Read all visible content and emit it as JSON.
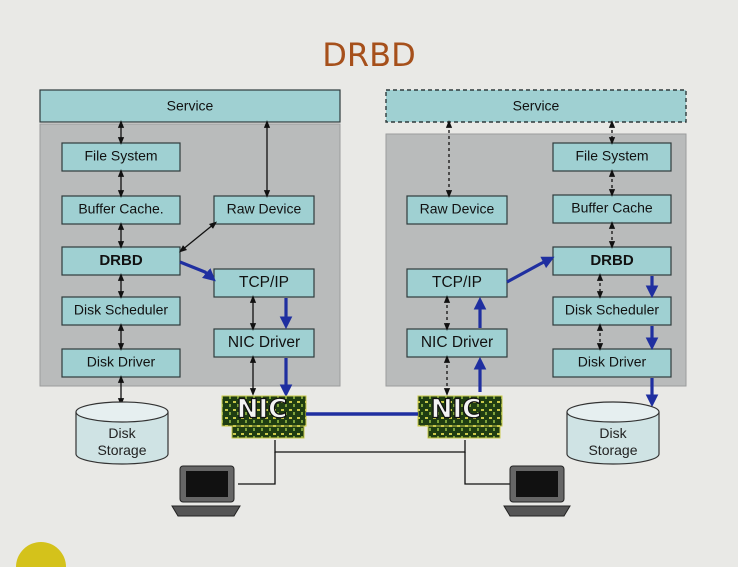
{
  "title": "DRBD",
  "left": {
    "service": "Service",
    "file_system": "File System",
    "buffer_cache": "Buffer Cache.",
    "raw_device": "Raw Device",
    "drbd": "DRBD",
    "tcp_ip": "TCP/IP",
    "disk_scheduler": "Disk Scheduler",
    "nic_driver": "NIC Driver",
    "disk_driver": "Disk Driver",
    "nic": "NIC",
    "disk_line1": "Disk",
    "disk_line2": "Storage"
  },
  "right": {
    "service": "Service",
    "file_system": "File System",
    "buffer_cache": "Buffer Cache",
    "raw_device": "Raw Device",
    "drbd": "DRBD",
    "tcp_ip": "TCP/IP",
    "disk_scheduler": "Disk Scheduler",
    "nic_driver": "NIC Driver",
    "disk_driver": "Disk Driver",
    "nic": "NIC",
    "disk_line1": "Disk",
    "disk_line2": "Storage"
  },
  "colors": {
    "title": "#a6501b",
    "box_fill": "#9fd0d2",
    "panel": "#b9bbbb",
    "replication_arrow": "#1f2fa0",
    "nic_board": "#2f5a1e",
    "corner_dot": "#d4c21b"
  },
  "icons": [
    "computer-icon",
    "nic-card-icon",
    "disk-storage-icon"
  ]
}
